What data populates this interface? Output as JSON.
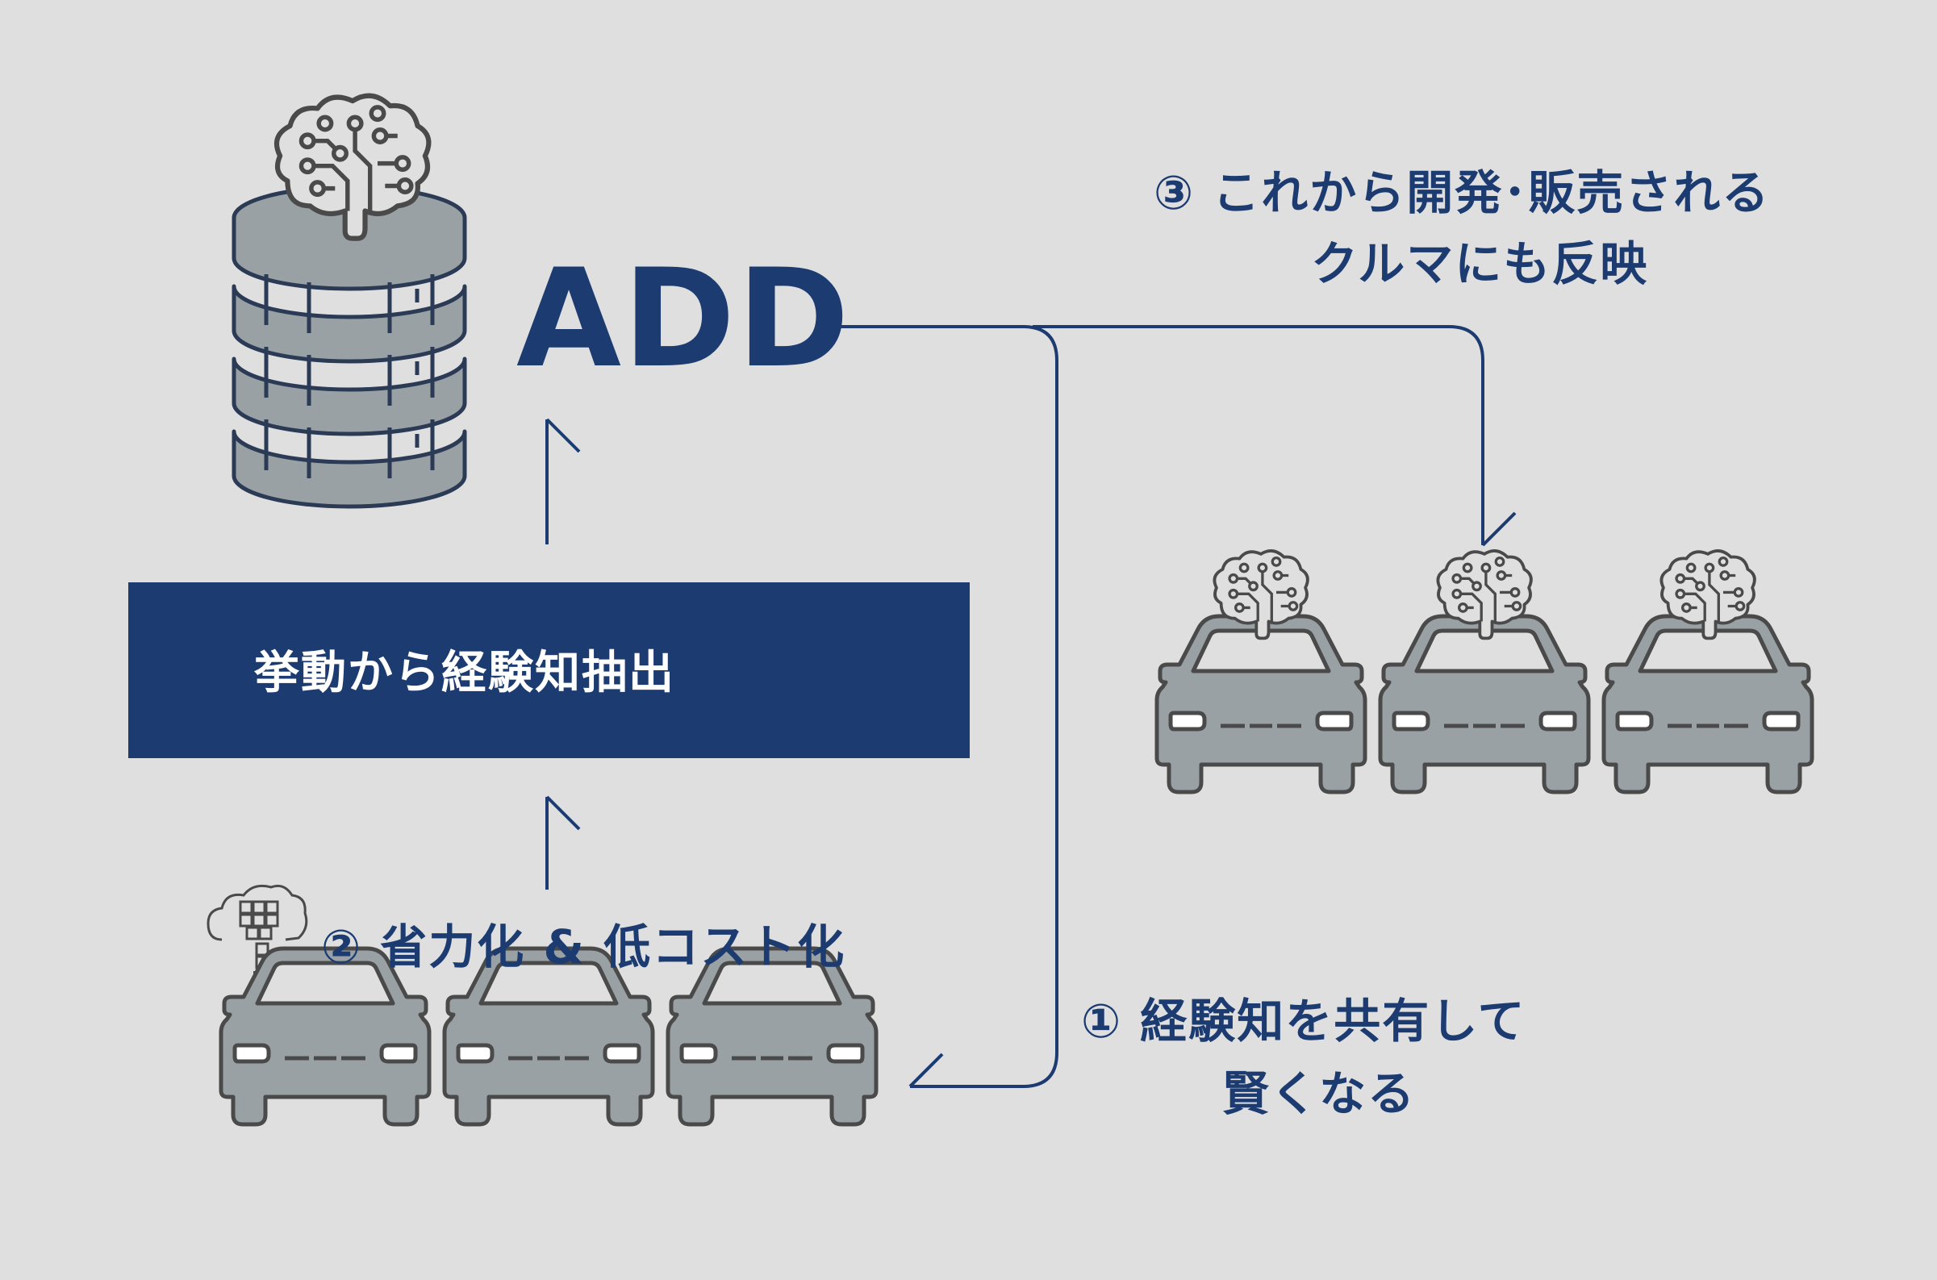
{
  "title": "ADD",
  "banner": {
    "label": "挙動から経験知抽出"
  },
  "step1": {
    "line1": "① 経験知を共有して",
    "line2": "賢くなる"
  },
  "step2": {
    "label": "② 省力化 & 低コスト化"
  },
  "step3": {
    "line1": "③ これから開発･販売される",
    "line2": "クルマにも反映"
  },
  "colors": {
    "navy": "#1c3b70",
    "gray_fill": "#9aa1a4",
    "outline": "#4a4a4a",
    "background": "#dfdfdf"
  },
  "icons": [
    "database-icon",
    "brain-icon",
    "magnifier-waveform-icon",
    "cloud-cubes-icon",
    "car-icon"
  ]
}
